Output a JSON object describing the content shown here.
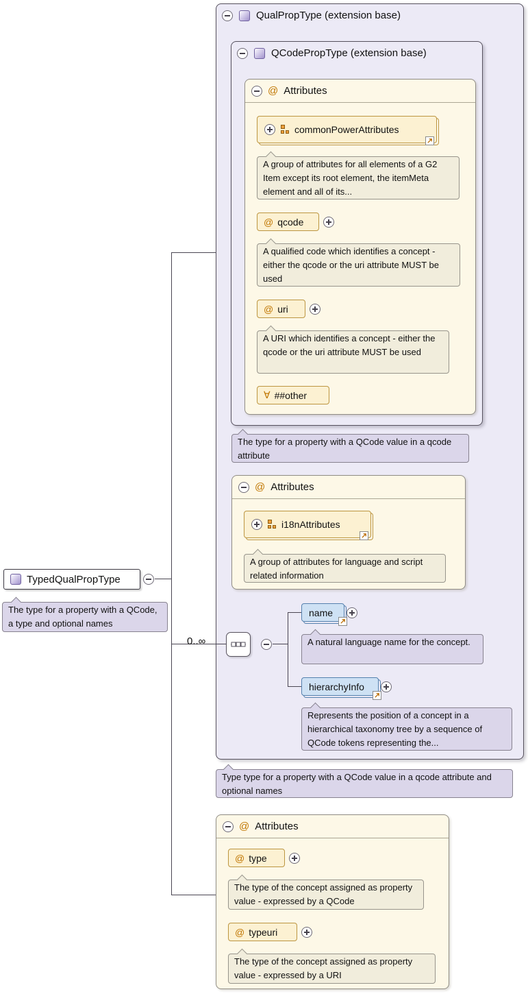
{
  "symbols": {
    "at": "@",
    "any": "∀",
    "occurrence": "0..∞"
  },
  "root": {
    "label": "TypedQualPropType",
    "doc": "The type for a property with a QCode, a type and optional names"
  },
  "qualPropType": {
    "title": "QualPropType (extension base)",
    "doc": "Type type for a property with a QCode value in a qcode attribute and optional names"
  },
  "qcodePropType": {
    "title": "QCodePropType (extension base)",
    "doc": "The type for a property with a QCode value in a qcode attribute"
  },
  "qcodeAttributes": {
    "header": "Attributes",
    "group": {
      "label": "commonPowerAttributes",
      "doc": "A group of attributes for all elements of a G2 Item except its root element, the itemMeta element and all of its..."
    },
    "qcode": {
      "label": "qcode",
      "doc": "A qualified code which identifies a concept - either the qcode or the uri attribute MUST be used"
    },
    "uri": {
      "label": "uri",
      "doc": "A URI which identifies a concept - either the qcode or the uri attribute MUST be used"
    },
    "wildcard": {
      "label": "##other"
    }
  },
  "qualAttributes": {
    "header": "Attributes",
    "group": {
      "label": "i18nAttributes",
      "doc": "A group of attributes for language and script related information"
    }
  },
  "sequence": {
    "name": {
      "label": "name",
      "doc": "A natural language name for the concept."
    },
    "hierarchyInfo": {
      "label": "hierarchyInfo",
      "doc": "Represents the position of a concept in a hierarchical taxonomy tree by a sequence of QCode tokens representing the..."
    }
  },
  "typeAttributes": {
    "header": "Attributes",
    "type": {
      "label": "type",
      "doc": "The type of the concept assigned as property value - expressed by a QCode"
    },
    "typeuri": {
      "label": "typeuri",
      "doc": "The type of the concept assigned as property value - expressed by a URI"
    }
  }
}
